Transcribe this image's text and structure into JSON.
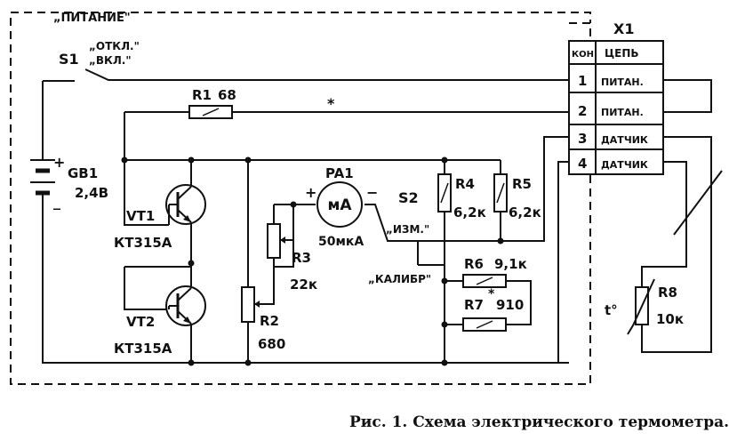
{
  "caption": "Рис. 1. Схема электрического термометра.",
  "power_label": "„ПИТАНИЕ\"",
  "switch": {
    "ref": "S1",
    "off": "„ОТКЛ.\"",
    "on": "„ВКЛ.\""
  },
  "battery": {
    "ref": "GB1",
    "value": "2,4В",
    "plus": "+",
    "minus": "_"
  },
  "r1": {
    "ref": "R1",
    "value": "68",
    "mark": "*"
  },
  "vt1": {
    "ref": "VT1",
    "type": "КТ315А"
  },
  "vt2": {
    "ref": "VT2",
    "type": "КТ315А"
  },
  "r2": {
    "ref": "R2",
    "value": "680"
  },
  "r3": {
    "ref": "R3",
    "value": "22к"
  },
  "pa1": {
    "ref": "PA1",
    "symbol": "мА",
    "value": "50мкА",
    "plus": "+",
    "minus": "−"
  },
  "s2": {
    "ref": "S2",
    "measure": "„ИЗМ.\"",
    "calibrate": "„КАЛИБР\""
  },
  "r4": {
    "ref": "R4",
    "value": "6,2к"
  },
  "r5": {
    "ref": "R5",
    "value": "6,2к"
  },
  "r6": {
    "ref": "R6",
    "value": "9,1к"
  },
  "r7": {
    "ref": "R7",
    "value": "910",
    "mark": "*"
  },
  "r8": {
    "ref": "R8",
    "value": "10к",
    "temp": "t°"
  },
  "connector": {
    "ref": "X1",
    "col_pin": "КОН.",
    "col_circuit": "ЦЕПЬ",
    "rows": [
      {
        "pin": "1",
        "circuit": "ПИТАН."
      },
      {
        "pin": "2",
        "circuit": "ПИТАН."
      },
      {
        "pin": "3",
        "circuit": "ДАТЧИК"
      },
      {
        "pin": "4",
        "circuit": "ДАТЧИК"
      }
    ]
  }
}
